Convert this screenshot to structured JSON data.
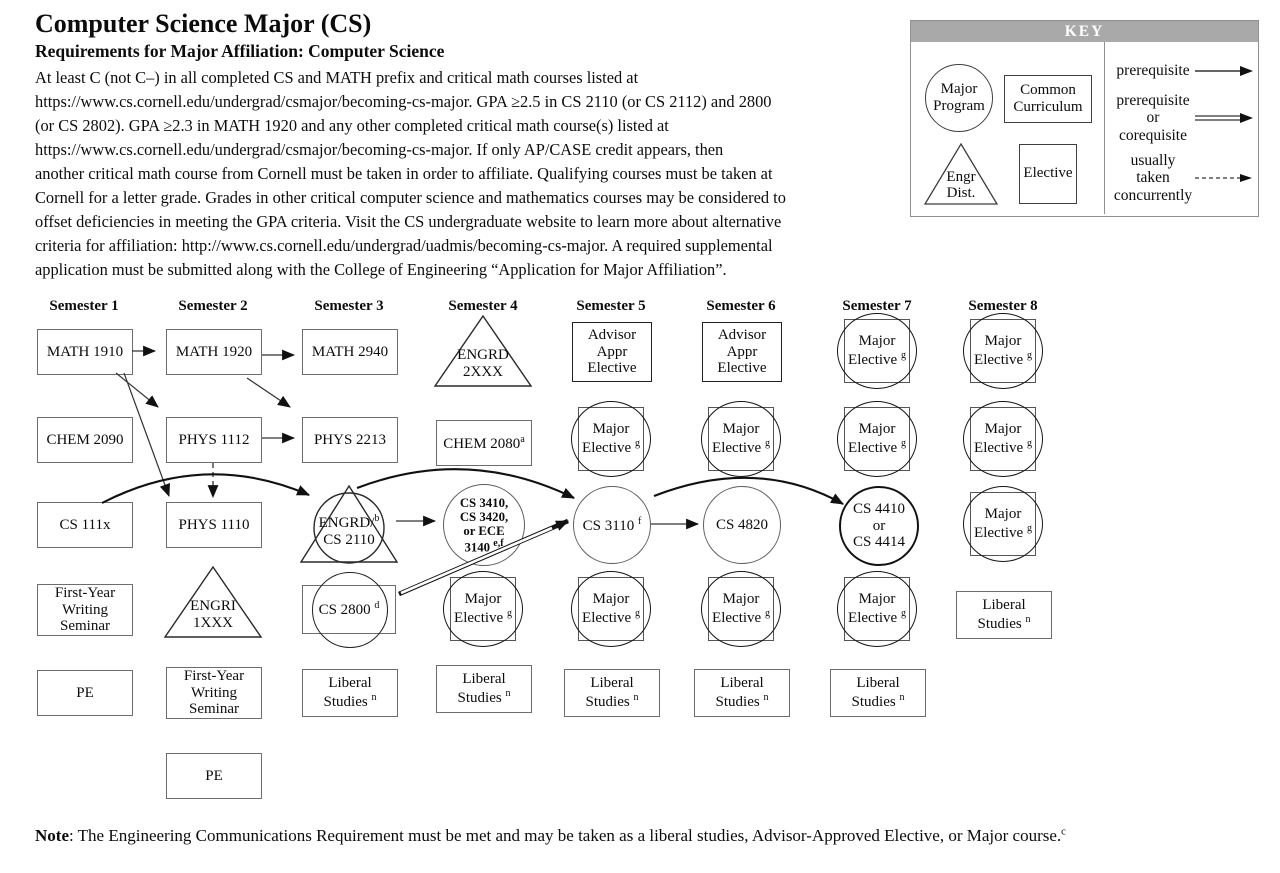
{
  "header": {
    "title": "Computer Science Major (CS)",
    "subtitle": "Requirements for Major Affiliation:  Computer Science"
  },
  "requirements": {
    "text": "At least C (not C–) in all completed CS and MATH prefix and critical math courses listed at\nhttps://www.cs.cornell.edu/undergrad/csmajor/becoming-cs-major. GPA ≥2.5 in CS 2110 (or CS 2112) and 2800\n(or CS 2802). GPA ≥2.3 in MATH 1920 and any other completed critical math course(s) listed at\nhttps://www.cs.cornell.edu/undergrad/csmajor/becoming-cs-major. If only AP/CASE credit appears, then\nanother critical math course from Cornell must be taken in order to affiliate. Qualifying courses must be taken at\nCornell for a letter grade. Grades in other critical computer science and mathematics courses may be considered to\noffset deficiencies in meeting the GPA criteria. Visit the CS undergraduate website to learn more about alternative\ncriteria for affiliation: http://www.cs.cornell.edu/undergrad/uadmis/becoming-cs-major. A required supplemental\napplication must be submitted along with the College of Engineering “Application for Major Affiliation”."
  },
  "key": {
    "title": "KEY",
    "shapes": [
      {
        "shape": "circle",
        "label": "Major\nProgram"
      },
      {
        "shape": "rect",
        "label": "Common\nCurriculum"
      },
      {
        "shape": "triangle",
        "label": "Engr\nDist."
      },
      {
        "shape": "square",
        "label": "Elective"
      }
    ],
    "arrows": [
      {
        "style": "solid",
        "label": "prerequisite"
      },
      {
        "style": "double",
        "label": "prerequisite\nor\ncorequisite"
      },
      {
        "style": "dashed",
        "label": "usually\ntaken\nconcurrently"
      }
    ]
  },
  "flowchart": {
    "semesters": [
      "Semester 1",
      "Semester 2",
      "Semester 3",
      "Semester 4",
      "Semester 5",
      "Semester 6",
      "Semester 7",
      "Semester 8"
    ],
    "nodes": [
      {
        "id": "math-1910",
        "semester": 1,
        "row": 1,
        "shape": "rect",
        "lines": [
          "MATH 1910"
        ]
      },
      {
        "id": "chem-2090",
        "semester": 1,
        "row": 2,
        "shape": "rect",
        "lines": [
          "CHEM 2090"
        ]
      },
      {
        "id": "cs-111x",
        "semester": 1,
        "row": 3,
        "shape": "rect",
        "lines": [
          "CS 111x"
        ]
      },
      {
        "id": "fyws-1",
        "semester": 1,
        "row": 4,
        "shape": "rect",
        "lines": [
          "First-Year",
          "Writing",
          "Seminar"
        ]
      },
      {
        "id": "pe-1",
        "semester": 1,
        "row": 5,
        "shape": "rect",
        "lines": [
          "PE"
        ]
      },
      {
        "id": "math-1920",
        "semester": 2,
        "row": 1,
        "shape": "rect",
        "lines": [
          "MATH 1920"
        ]
      },
      {
        "id": "phys-1112",
        "semester": 2,
        "row": 2,
        "shape": "rect",
        "lines": [
          "PHYS 1112"
        ]
      },
      {
        "id": "phys-1110",
        "semester": 2,
        "row": 3,
        "shape": "rect",
        "lines": [
          "PHYS 1110"
        ]
      },
      {
        "id": "engri-1xxx",
        "semester": 2,
        "row": 4,
        "shape": "triangle",
        "lines": [
          "ENGRI",
          "1XXX"
        ]
      },
      {
        "id": "fyws-2",
        "semester": 2,
        "row": 5,
        "shape": "rect",
        "lines": [
          "First-Year",
          "Writing",
          "Seminar"
        ]
      },
      {
        "id": "pe-2",
        "semester": 2,
        "row": 6,
        "shape": "rect",
        "lines": [
          "PE"
        ]
      },
      {
        "id": "math-2940",
        "semester": 3,
        "row": 1,
        "shape": "rect",
        "lines": [
          "MATH 2940"
        ]
      },
      {
        "id": "phys-2213",
        "semester": 3,
        "row": 2,
        "shape": "rect",
        "lines": [
          "PHYS 2213"
        ]
      },
      {
        "id": "engrd-cs-2110",
        "semester": 3,
        "row": 3,
        "shape": "triangle-circle",
        "lines": [
          "ENGRD/",
          "CS 2110"
        ],
        "sup": "b",
        "supLine": 0,
        "supGap": false
      },
      {
        "id": "cs-2800",
        "semester": 3,
        "row": 4,
        "shape": "rect-circle",
        "lines": [
          "CS 2800"
        ],
        "sup": "d"
      },
      {
        "id": "liberal-3",
        "semester": 3,
        "row": 5,
        "shape": "rect",
        "lines": [
          "Liberal",
          "Studies"
        ],
        "sup": "n"
      },
      {
        "id": "engrd-2xxx",
        "semester": 4,
        "row": 1,
        "shape": "triangle",
        "lines": [
          "ENGRD",
          "2XXX"
        ]
      },
      {
        "id": "chem-2080",
        "semester": 4,
        "row": 2,
        "shape": "rect",
        "lines": [
          "CHEM 2080"
        ],
        "sup": "a",
        "supGap": false
      },
      {
        "id": "cs-341x",
        "semester": 4,
        "row": 3,
        "shape": "circle",
        "lines": [
          "CS 3410,",
          "CS 3420,",
          "or ECE",
          "3140"
        ],
        "sup": "e,f"
      },
      {
        "id": "major-4",
        "semester": 4,
        "row": 4,
        "shape": "circle-square",
        "lines": [
          "Major",
          "Elective"
        ],
        "sup": "g"
      },
      {
        "id": "liberal-4",
        "semester": 4,
        "row": 5,
        "shape": "rect",
        "lines": [
          "Liberal",
          "Studies"
        ],
        "sup": "n"
      },
      {
        "id": "advisor-5",
        "semester": 5,
        "row": 1,
        "shape": "square",
        "lines": [
          "Advisor",
          "Appr",
          "Elective"
        ]
      },
      {
        "id": "major-5a",
        "semester": 5,
        "row": 2,
        "shape": "circle-square",
        "lines": [
          "Major",
          "Elective"
        ],
        "sup": "g"
      },
      {
        "id": "cs-3110",
        "semester": 5,
        "row": 3,
        "shape": "circle",
        "lines": [
          "CS 3110"
        ],
        "sup": "f"
      },
      {
        "id": "major-5b",
        "semester": 5,
        "row": 4,
        "shape": "circle-square",
        "lines": [
          "Major",
          "Elective"
        ],
        "sup": "g"
      },
      {
        "id": "liberal-5",
        "semester": 5,
        "row": 5,
        "shape": "rect",
        "lines": [
          "Liberal",
          "Studies"
        ],
        "sup": "n"
      },
      {
        "id": "advisor-6",
        "semester": 6,
        "row": 1,
        "shape": "square",
        "lines": [
          "Advisor",
          "Appr",
          "Elective"
        ]
      },
      {
        "id": "major-6a",
        "semester": 6,
        "row": 2,
        "shape": "circle-square",
        "lines": [
          "Major",
          "Elective"
        ],
        "sup": "g"
      },
      {
        "id": "cs-4820",
        "semester": 6,
        "row": 3,
        "shape": "circle",
        "lines": [
          "CS 4820"
        ]
      },
      {
        "id": "major-6b",
        "semester": 6,
        "row": 4,
        "shape": "circle-square",
        "lines": [
          "Major",
          "Elective"
        ],
        "sup": "g"
      },
      {
        "id": "liberal-6",
        "semester": 6,
        "row": 5,
        "shape": "rect",
        "lines": [
          "Liberal",
          "Studies"
        ],
        "sup": "n"
      },
      {
        "id": "major-7a",
        "semester": 7,
        "row": 1,
        "shape": "circle-square",
        "lines": [
          "Major",
          "Elective"
        ],
        "sup": "g"
      },
      {
        "id": "major-7b",
        "semester": 7,
        "row": 2,
        "shape": "circle-square",
        "lines": [
          "Major",
          "Elective"
        ],
        "sup": "g"
      },
      {
        "id": "cs-4410",
        "semester": 7,
        "row": 3,
        "shape": "circle",
        "lines": [
          "CS 4410",
          "or",
          "CS 4414"
        ]
      },
      {
        "id": "major-7c",
        "semester": 7,
        "row": 4,
        "shape": "circle-square",
        "lines": [
          "Major",
          "Elective"
        ],
        "sup": "g"
      },
      {
        "id": "liberal-7",
        "semester": 7,
        "row": 5,
        "shape": "rect",
        "lines": [
          "Liberal",
          "Studies"
        ],
        "sup": "n"
      },
      {
        "id": "major-8a",
        "semester": 8,
        "row": 1,
        "shape": "circle-square",
        "lines": [
          "Major",
          "Elective"
        ],
        "sup": "g"
      },
      {
        "id": "major-8b",
        "semester": 8,
        "row": 2,
        "shape": "circle-square",
        "lines": [
          "Major",
          "Elective"
        ],
        "sup": "g"
      },
      {
        "id": "major-8c",
        "semester": 8,
        "row": 3,
        "shape": "circle-square",
        "lines": [
          "Major",
          "Elective"
        ],
        "sup": "g"
      },
      {
        "id": "liberal-8",
        "semester": 8,
        "row": 4,
        "shape": "rect",
        "lines": [
          "Liberal",
          "Studies"
        ],
        "sup": "n"
      }
    ],
    "connections": [
      {
        "from": "MATH 1910",
        "to": "MATH 1920",
        "style": "prerequisite"
      },
      {
        "from": "MATH 1920",
        "to": "MATH 2940",
        "style": "prerequisite"
      },
      {
        "from": "MATH 1910",
        "to": "PHYS 1112",
        "style": "prerequisite"
      },
      {
        "from": "MATH 1920",
        "to": "PHYS 2213",
        "style": "prerequisite"
      },
      {
        "from": "PHYS 1112",
        "to": "PHYS 2213",
        "style": "prerequisite"
      },
      {
        "from": "MATH 1910",
        "to": "PHYS 1110",
        "style": "prerequisite"
      },
      {
        "from": "PHYS 1112",
        "to": "PHYS 1110",
        "style": "usually-taken-concurrently"
      },
      {
        "from": "CS 111x",
        "to": "ENGRD/CS 2110",
        "style": "prerequisite"
      },
      {
        "from": "ENGRD/CS 2110",
        "to": "CS 3410, CS 3420, or ECE 3140",
        "style": "prerequisite"
      },
      {
        "from": "ENGRD/CS 2110",
        "to": "CS 3110",
        "style": "prerequisite"
      },
      {
        "from": "CS 2800",
        "to": "CS 3110",
        "style": "prerequisite-or-corequisite"
      },
      {
        "from": "CS 3110",
        "to": "CS 4820",
        "style": "prerequisite"
      },
      {
        "from": "CS 3110",
        "to": "CS 4410 or CS 4414",
        "style": "prerequisite"
      }
    ]
  },
  "note": {
    "label": "Note",
    "text": ": The Engineering Communications Requirement must be met and may be taken as a liberal studies, Advisor-Approved Elective, or Major course.",
    "superscript": "c"
  },
  "colors": {
    "background": "#ffffff",
    "text": "#0c0c0c",
    "key_header_bg": "#a9a9a9",
    "key_header_text": "#ffffff",
    "box_border_gray": "#6d6d6d",
    "box_border_dark": "#222222"
  }
}
